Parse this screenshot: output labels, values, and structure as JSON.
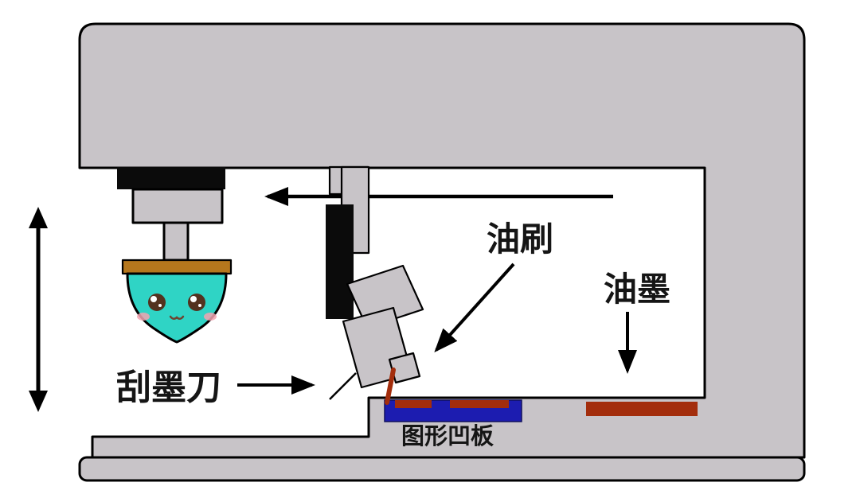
{
  "labels": {
    "oil_brush": "油刷",
    "ink": "油墨",
    "doctor_blade": "刮墨刀",
    "gravure_plate": "图形凹板"
  },
  "colors": {
    "background": "#ffffff",
    "machine_gray": "#c8c4c8",
    "outline_black": "#000000",
    "part_black": "#0b0b0b",
    "pad_teal": "#2fd4c5",
    "pad_plate_orange": "#b5771d",
    "plate_blue": "#1c1cb0",
    "ink_red": "#a32d0c",
    "eye_brown": "#53321f",
    "blush_pink": "#f2a3b0"
  }
}
